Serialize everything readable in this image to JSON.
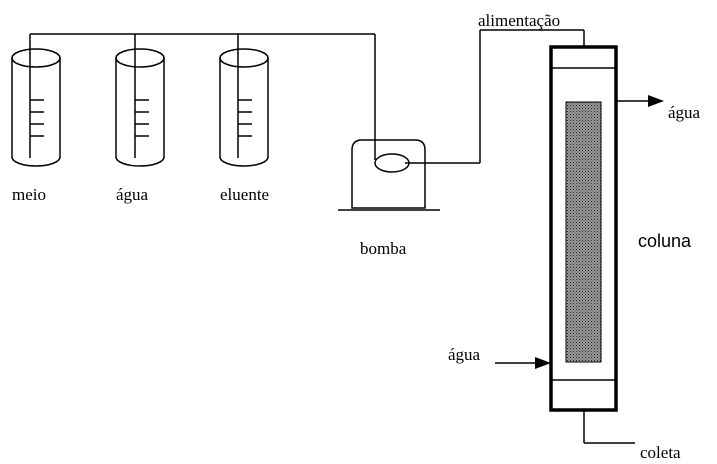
{
  "labels": {
    "meio": "meio",
    "agua_vessel": "água",
    "eluente": "eluente",
    "bomba": "bomba",
    "alimentacao": "alimentação",
    "agua_out": "água",
    "coluna": "coluna",
    "agua_in": "água",
    "coleta": "coleta"
  }
}
